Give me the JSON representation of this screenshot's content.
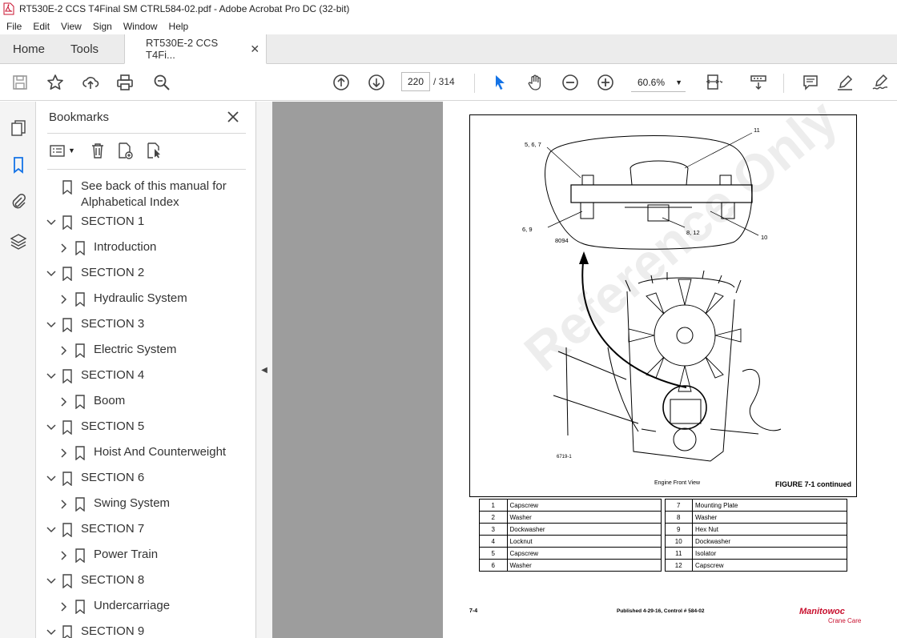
{
  "window": {
    "title": "RT530E-2 CCS T4Final SM CTRL584-02.pdf - Adobe Acrobat Pro DC (32-bit)"
  },
  "menu": [
    "File",
    "Edit",
    "View",
    "Sign",
    "Window",
    "Help"
  ],
  "tabs": {
    "home": "Home",
    "tools": "Tools",
    "document": "RT530E-2 CCS T4Fi..."
  },
  "toolbar": {
    "current_page": "220",
    "total_pages": "/ 314",
    "zoom": "60.6%",
    "icons": [
      "save-icon",
      "star-icon",
      "upload-icon",
      "print-icon",
      "zoom-search-icon",
      "page-up-icon",
      "page-down-icon",
      "pointer-icon",
      "hand-icon",
      "zoom-out-icon",
      "zoom-in-icon",
      "fit-page-icon",
      "scroll-mode-icon",
      "comment-icon",
      "highlight-icon",
      "sign-icon"
    ]
  },
  "bookmarks": {
    "title": "Bookmarks",
    "items": [
      {
        "label": "See back of this manual for",
        "label2": "Alphabetical Index",
        "level": 0
      },
      {
        "label": "SECTION 1",
        "level": 0
      },
      {
        "label": "Introduction",
        "level": 1
      },
      {
        "label": "SECTION 2",
        "level": 0
      },
      {
        "label": "Hydraulic System",
        "level": 1
      },
      {
        "label": "SECTION 3",
        "level": 0
      },
      {
        "label": "Electric System",
        "level": 1
      },
      {
        "label": "SECTION 4",
        "level": 0
      },
      {
        "label": "Boom",
        "level": 1
      },
      {
        "label": "SECTION 5",
        "level": 0
      },
      {
        "label": "Hoist And Counterweight",
        "level": 1
      },
      {
        "label": "SECTION 6",
        "level": 0
      },
      {
        "label": "Swing System",
        "level": 1
      },
      {
        "label": "SECTION 7",
        "level": 0
      },
      {
        "label": "Power Train",
        "level": 1
      },
      {
        "label": "SECTION 8",
        "level": 0
      },
      {
        "label": "Undercarriage",
        "level": 1
      },
      {
        "label": "SECTION 9",
        "level": 0
      }
    ]
  },
  "figure": {
    "callouts": {
      "c567": "5, 6, 7",
      "c11": "11",
      "c69": "6, 9",
      "c812": "8, 12",
      "c10": "10",
      "c8094": "8094",
      "c6719": "6719-1"
    },
    "caption_left": "Engine Front View",
    "caption_right": "FIGURE 7-1 continued",
    "watermark": "Reference Only"
  },
  "parts": [
    {
      "n1": "1",
      "d1": "Capscrew",
      "n2": "7",
      "d2": "Mounting Plate"
    },
    {
      "n1": "2",
      "d1": "Washer",
      "n2": "8",
      "d2": "Washer"
    },
    {
      "n1": "3",
      "d1": "Dockwasher",
      "n2": "9",
      "d2": "Hex Nut"
    },
    {
      "n1": "4",
      "d1": "Locknut",
      "n2": "10",
      "d2": "Dockwasher"
    },
    {
      "n1": "5",
      "d1": "Capscrew",
      "n2": "11",
      "d2": "Isolator"
    },
    {
      "n1": "6",
      "d1": "Washer",
      "n2": "12",
      "d2": "Capscrew"
    }
  ],
  "footer": {
    "page": "7-4",
    "published": "Published 4-29-16, Control # 584-02",
    "brand": "Manitowoc",
    "brand_sub": "Crane Care"
  }
}
